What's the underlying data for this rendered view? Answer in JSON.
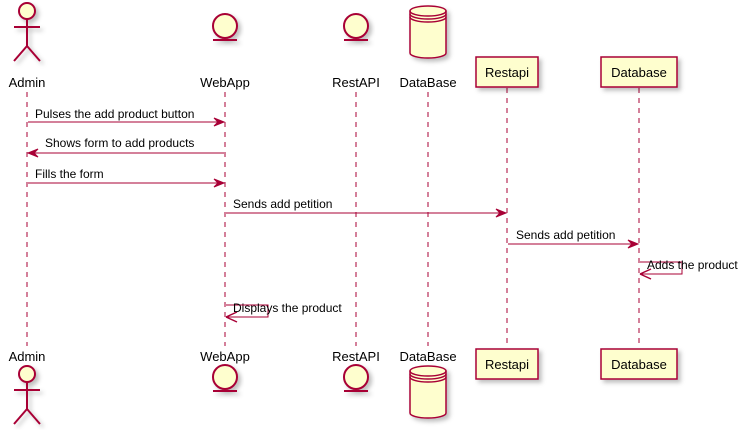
{
  "participants": [
    {
      "name": "Admin",
      "type": "actor"
    },
    {
      "name": "WebApp",
      "type": "entity"
    },
    {
      "name": "RestAPI",
      "type": "entity"
    },
    {
      "name": "DataBase",
      "type": "database"
    },
    {
      "name": "Restapi",
      "type": "participant"
    },
    {
      "name": "Database",
      "type": "participant"
    }
  ],
  "messages": [
    {
      "from": "Admin",
      "to": "WebApp",
      "label": "Pulses the add product button"
    },
    {
      "from": "WebApp",
      "to": "Admin",
      "label": "Shows form to add products"
    },
    {
      "from": "Admin",
      "to": "WebApp",
      "label": "Fills the form"
    },
    {
      "from": "WebApp",
      "to": "Restapi",
      "label": "Sends add petition"
    },
    {
      "from": "Restapi",
      "to": "Database",
      "label": "Sends add petition"
    },
    {
      "from": "Database",
      "to": "Database",
      "label": "Adds the product"
    },
    {
      "from": "WebApp",
      "to": "WebApp",
      "label": "Displays the product"
    }
  ],
  "colors": {
    "stroke": "#a80036",
    "fill": "#fefece",
    "arrow": "#a80036",
    "text": "#000000"
  }
}
